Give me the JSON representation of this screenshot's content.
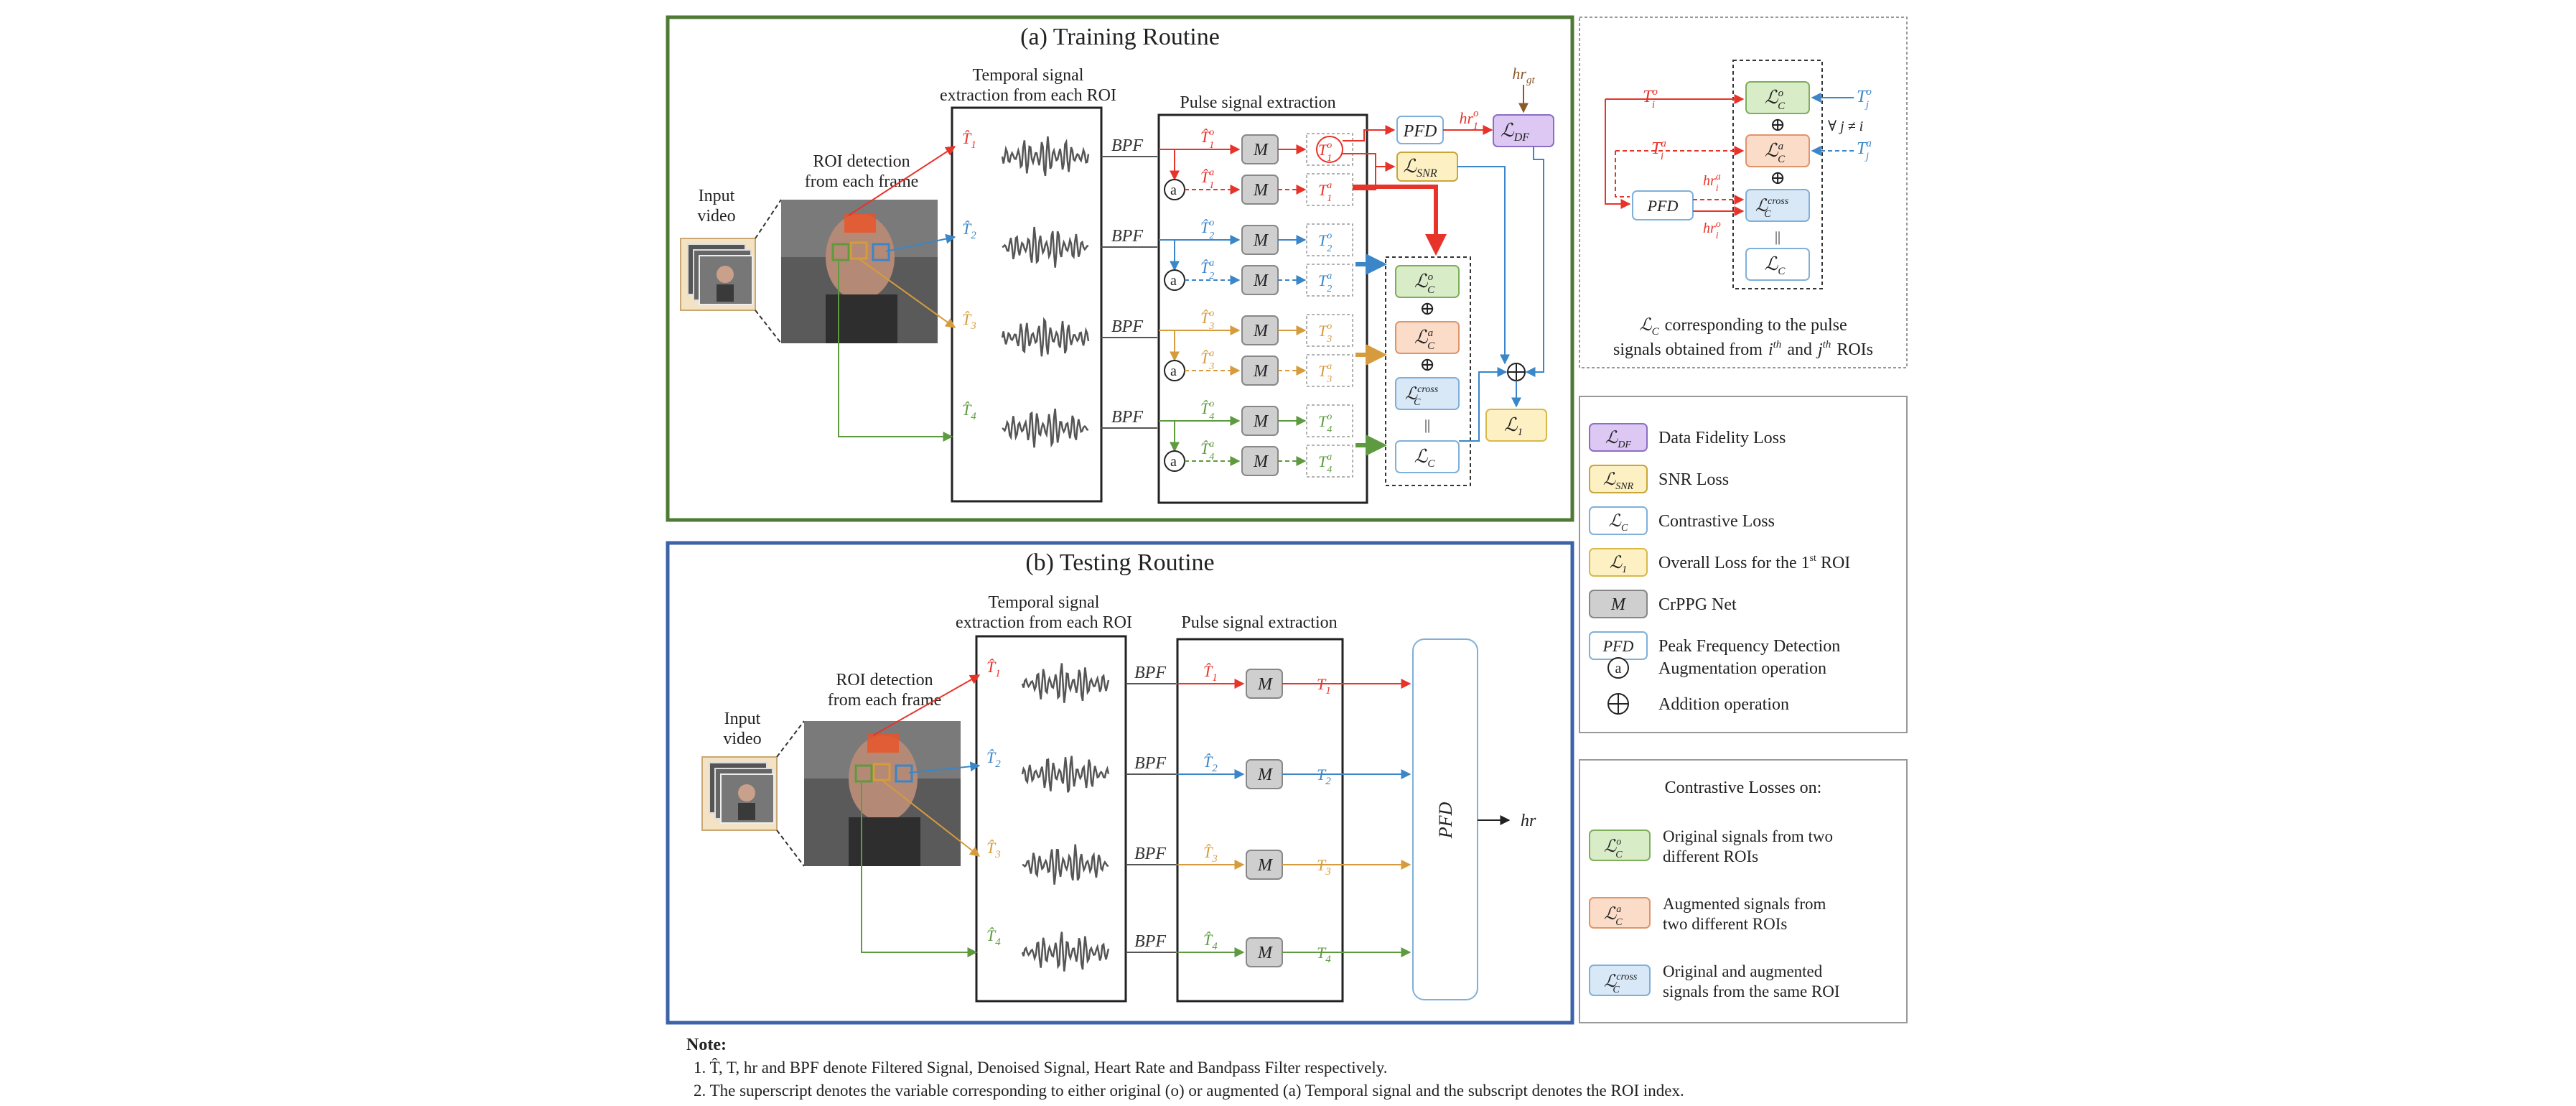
{
  "training": {
    "title": "(a) Training Routine",
    "temporal_label_1": "Temporal signal",
    "temporal_label_2": "extraction from each ROI",
    "pulse_label": "Pulse signal extraction",
    "roi_label_1": "ROI detection",
    "roi_label_2": "from each frame",
    "input_label_1": "Input",
    "input_label_2": "video",
    "hr_gt": "hr",
    "hr_gt_sub": "gt",
    "hr1o": "hr",
    "hr1o_sup": "o",
    "hr1o_sub": "1",
    "pfd": "PFD",
    "ldf": "ℒ",
    "ldf_sub": "DF",
    "lsnr": "ℒ",
    "lsnr_sub": "SNR",
    "lco": "ℒ",
    "lco_sup": "o",
    "lco_sub": "C",
    "lca": "ℒ",
    "lca_sup": "a",
    "lca_sub": "C",
    "lccross": "ℒ",
    "lccross_sup": "cross",
    "lccross_sub": "C",
    "lc": "ℒ",
    "lc_sub": "C",
    "l1": "ℒ",
    "l1_sub": "1",
    "plus": "⊕",
    "equals": "||",
    "bpf": "BPF",
    "m": "M",
    "a": "a",
    "that": "T̂",
    "t": "T",
    "o": "o",
    "sup_a": "a",
    "roi_index": [
      "1",
      "2",
      "3",
      "4"
    ]
  },
  "testing": {
    "title": "(b) Testing Routine",
    "temporal_label_1": "Temporal signal",
    "temporal_label_2": "extraction from each ROI",
    "pulse_label": "Pulse signal extraction",
    "roi_label_1": "ROI detection",
    "roi_label_2": "from each frame",
    "input_label_1": "Input",
    "input_label_2": "video",
    "bpf": "BPF",
    "m": "M",
    "pfd": "PFD",
    "hr": "hr"
  },
  "contrastive_panel": {
    "ti_o": "T",
    "ti_o_sup": "o",
    "ti_o_sub": "i",
    "ti_a": "T",
    "ti_a_sup": "a",
    "ti_a_sub": "i",
    "tj_o": "T",
    "tj_o_sup": "o",
    "tj_o_sub": "j",
    "tj_a": "T",
    "tj_a_sup": "a",
    "tj_a_sub": "j",
    "forall": "∀ j ≠ i",
    "hr_io": "hr",
    "hr_io_sup": "o",
    "hr_io_sub": "i",
    "hr_ia": "hr",
    "hr_ia_sup": "a",
    "hr_ia_sub": "i",
    "pfd": "PFD",
    "caption_l": "ℒ",
    "caption_l_sub": "C",
    "caption_1": "corresponding to the pulse",
    "caption_2a": "signals obtained from",
    "caption_i": "i",
    "caption_th": "th",
    "caption_and": "and",
    "caption_j": "j",
    "caption_end": "ROIs"
  },
  "legend": {
    "items": [
      {
        "sym": "ℒ",
        "sub": "DF",
        "label": "Data Fidelity Loss",
        "fill": "#dcc8f2",
        "stroke": "#8a6fc4"
      },
      {
        "sym": "ℒ",
        "sub": "SNR",
        "label": "SNR Loss",
        "fill": "#fdf1c4",
        "stroke": "#c9a53a"
      },
      {
        "sym": "ℒ",
        "sub": "C",
        "label": "Contrastive Loss",
        "fill": "#ffffff",
        "stroke": "#7fb0d9"
      },
      {
        "sym": "ℒ",
        "sub": "1",
        "label": "Overall Loss for the 1",
        "label_sup": "st",
        "label_end": " ROI",
        "fill": "#fdf1c4",
        "stroke": "#d9b84a"
      },
      {
        "sym": "M",
        "sub": "",
        "label": "CrPPG Net",
        "fill": "#cfcfcf",
        "stroke": "#888888"
      },
      {
        "sym": "PFD",
        "sub": "",
        "label": "Peak Frequency Detection",
        "fill": "#ffffff",
        "stroke": "#7fb0d9"
      }
    ],
    "aug_sym": "a",
    "aug_label": "Augmentation operation",
    "add_sym": "⊕",
    "add_label": "Addition operation"
  },
  "contrastive_legend": {
    "title": "Contrastive Losses on:",
    "items": [
      {
        "sup": "o",
        "label_1": "Original signals from two",
        "label_2": "different ROIs",
        "fill": "#d9ecc8",
        "stroke": "#7fae5a"
      },
      {
        "sup": "a",
        "label_1": "Augmented signals from",
        "label_2": "two different ROIs",
        "fill": "#fbdcc8",
        "stroke": "#e0946a"
      },
      {
        "sup": "cross",
        "label_1": "Original and augmented",
        "label_2": "signals from the same ROI",
        "fill": "#d8e8f7",
        "stroke": "#7fb0d9"
      }
    ]
  },
  "note": {
    "title": "Note:",
    "line1": "1. T̂, T, hr and BPF denote Filtered Signal, Denoised Signal, Heart Rate and Bandpass Filter respectively.",
    "line2": "2. The superscript denotes the variable corresponding to either original (o) or augmented (a) Temporal signal and the subscript denotes the ROI index."
  },
  "colors": {
    "roi1": "#e8332a",
    "roi2": "#3a86c8",
    "roi3": "#d69b3c",
    "roi4": "#5e9a3f",
    "training_border": "#4f7a35",
    "testing_border": "#3c63a8"
  }
}
